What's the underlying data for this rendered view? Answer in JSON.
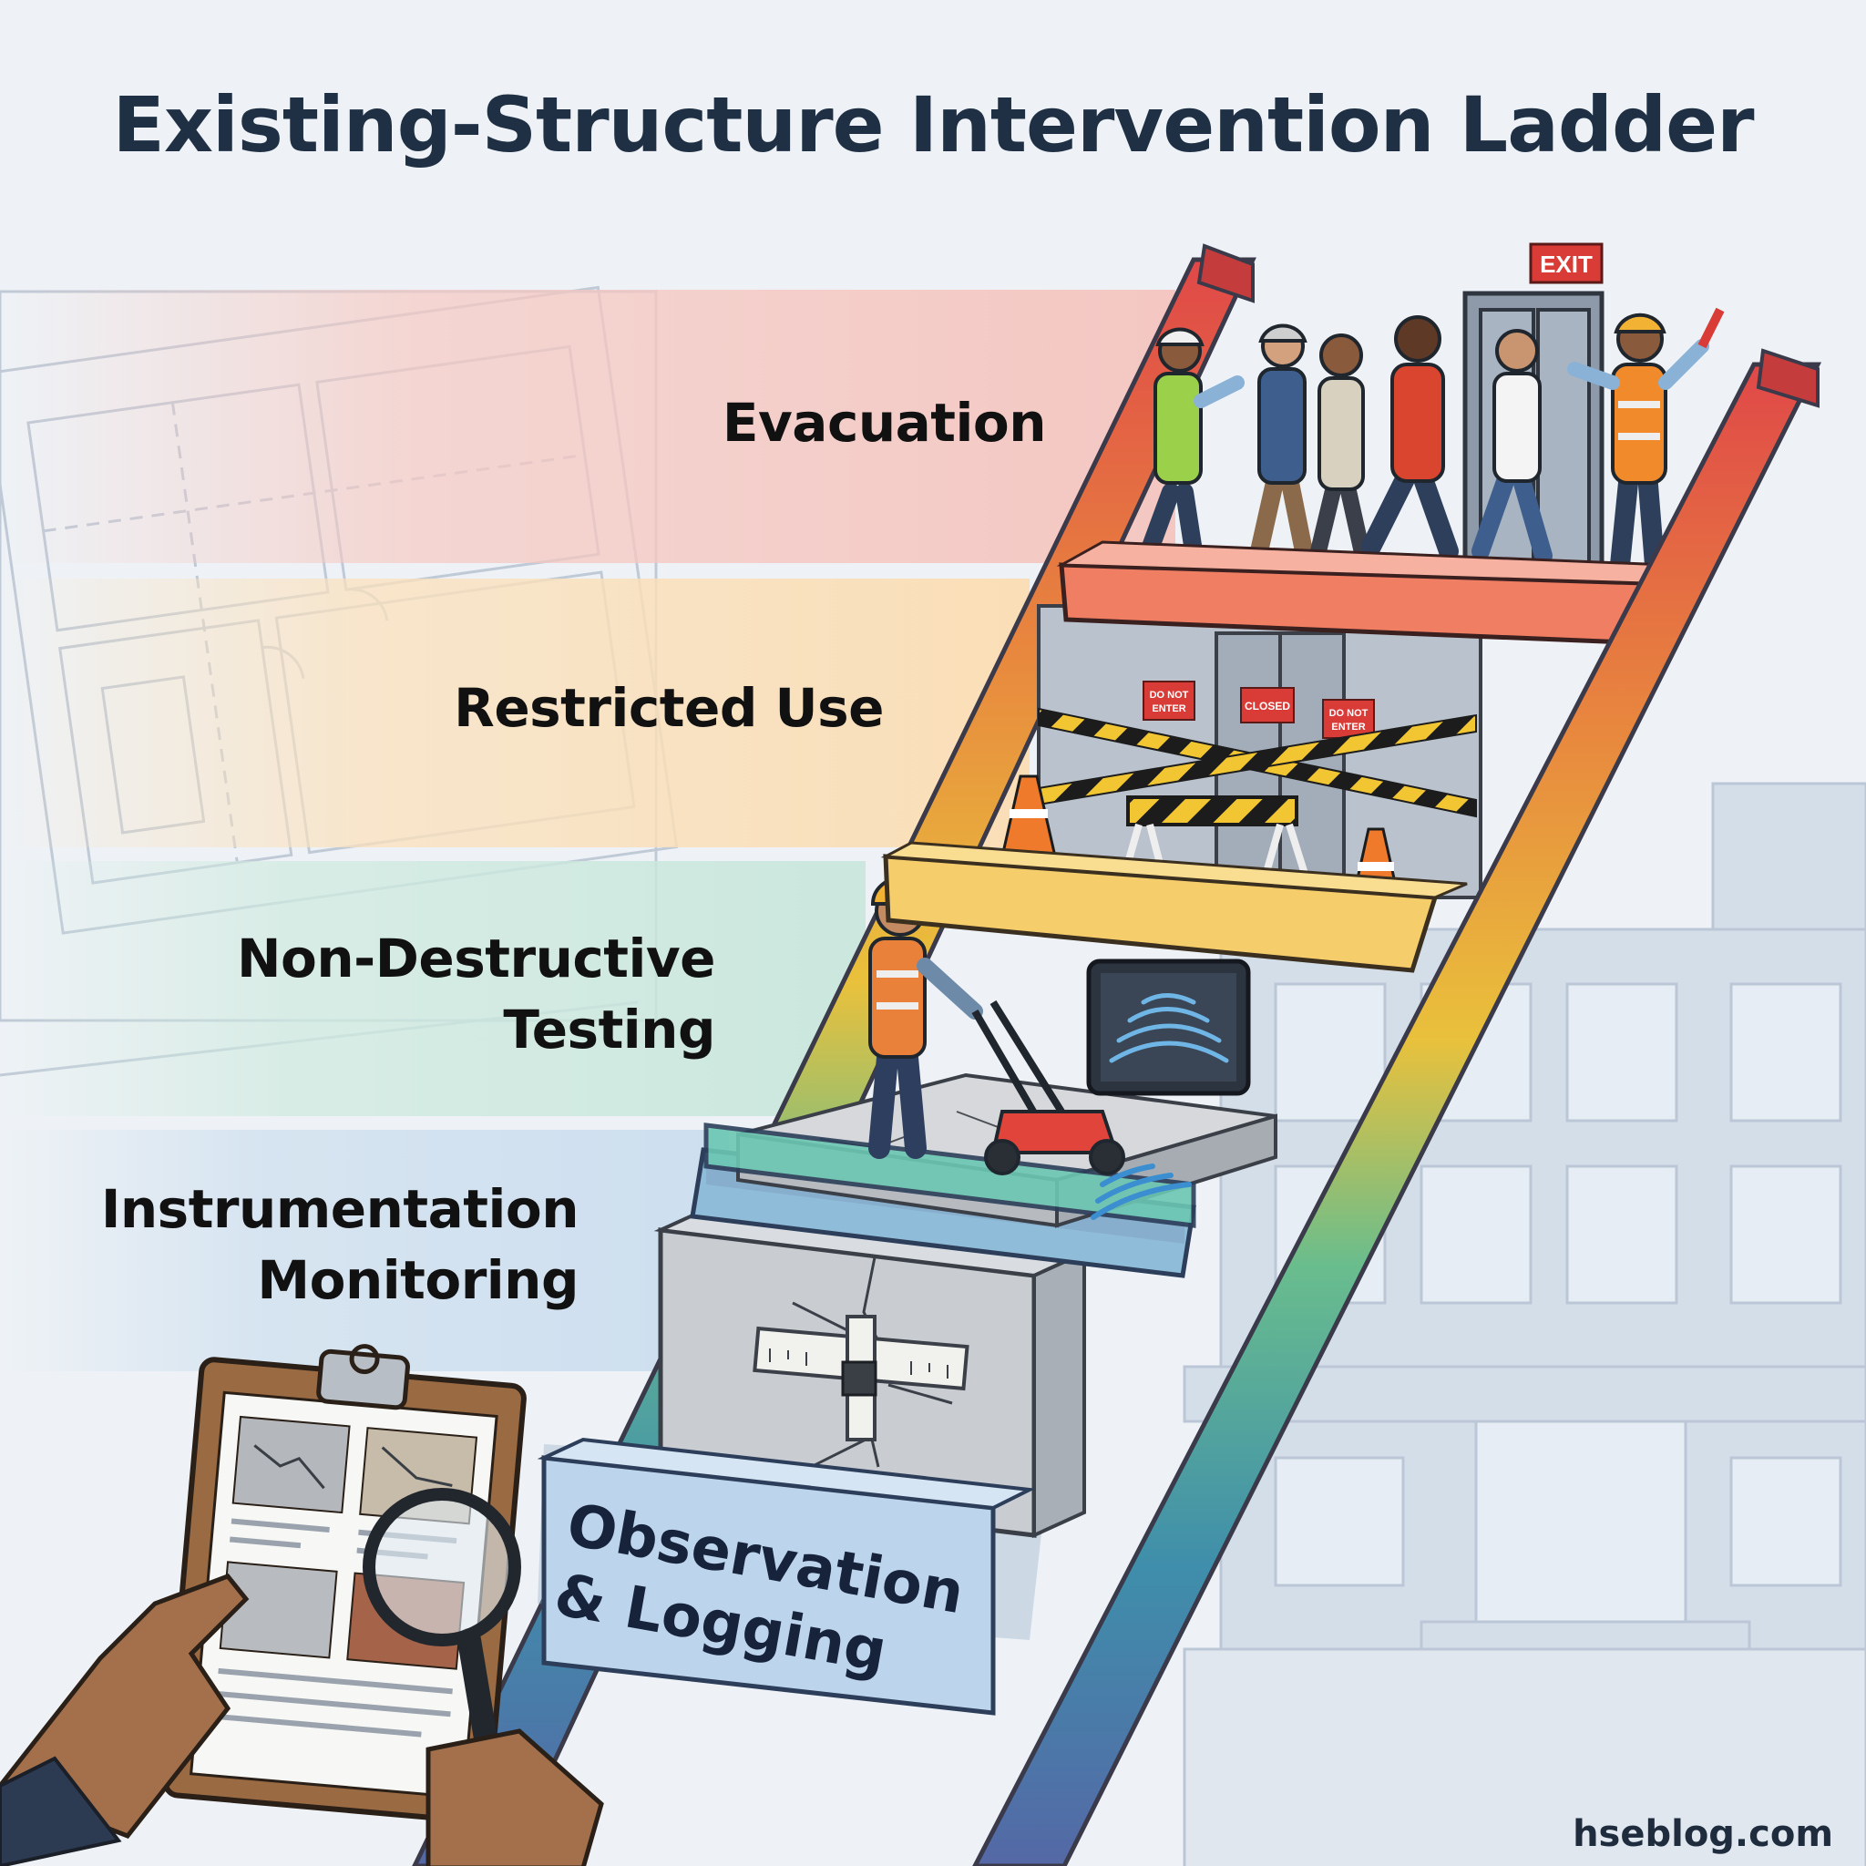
{
  "title": "Existing-Structure Intervention Ladder",
  "rungs": [
    {
      "label_lines": [
        "Evacuation"
      ],
      "color": "#ee7f63"
    },
    {
      "label_lines": [
        "Restricted Use"
      ],
      "color": "#f7cf6b"
    },
    {
      "label_lines": [
        "Non-Destructive",
        "Testing"
      ],
      "color": "#7fd0c2"
    },
    {
      "label_lines": [
        "Instrumentation",
        "Monitoring"
      ],
      "color": "#8db6d8"
    },
    {
      "label_lines": [
        "Observation",
        "& Logging"
      ],
      "color": "#b9d3ea"
    }
  ],
  "signs": {
    "exit": "EXIT",
    "do_not_enter_1": [
      "DO NOT",
      "ENTER"
    ],
    "closed": "CLOSED",
    "do_not_enter_2": [
      "DO NOT",
      "ENTER"
    ]
  },
  "footer": "hseblog.com",
  "colors": {
    "title": "#1f3044",
    "rail_top": "#e24b4b",
    "rail_mid": "#e8b63a",
    "rail_green": "#5db98e",
    "rail_bottom": "#4a6fa8"
  }
}
